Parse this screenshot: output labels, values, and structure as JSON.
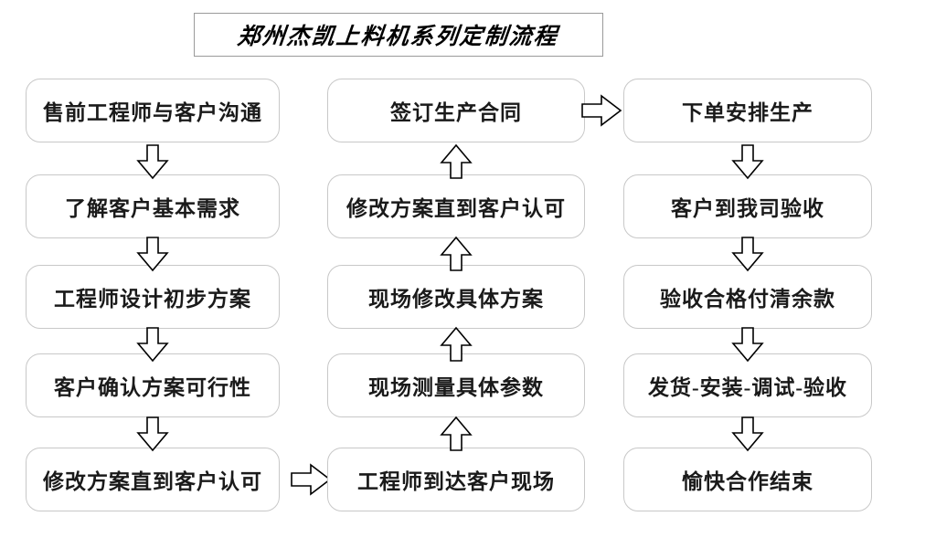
{
  "title": {
    "text": "郑州杰凯上料机系列定制流程"
  },
  "columns": {
    "left": {
      "name": "left-column",
      "nodes": [
        {
          "id": "l1",
          "label": "售前工程师与客户沟通"
        },
        {
          "id": "l2",
          "label": "了解客户基本需求"
        },
        {
          "id": "l3",
          "label": "工程师设计初步方案"
        },
        {
          "id": "l4",
          "label": "客户确认方案可行性"
        },
        {
          "id": "l5",
          "label": "修改方案直到客户认可"
        }
      ]
    },
    "middle": {
      "name": "middle-column",
      "nodes": [
        {
          "id": "m1",
          "label": "签订生产合同"
        },
        {
          "id": "m2",
          "label": "修改方案直到客户认可"
        },
        {
          "id": "m3",
          "label": "现场修改具体方案"
        },
        {
          "id": "m4",
          "label": "现场测量具体参数"
        },
        {
          "id": "m5",
          "label": "工程师到达客户现场"
        }
      ]
    },
    "right": {
      "name": "right-column",
      "nodes": [
        {
          "id": "r1",
          "label": "下单安排生产"
        },
        {
          "id": "r2",
          "label": "客户到我司验收"
        },
        {
          "id": "r3",
          "label": "验收合格付清余款"
        },
        {
          "id": "r4",
          "label": "发货-安装-调试-验收"
        },
        {
          "id": "r5",
          "label": "愉快合作结束"
        }
      ]
    }
  },
  "connectors": [
    {
      "id": "lc1",
      "direction": "down",
      "from": "l1",
      "to": "l2"
    },
    {
      "id": "lc2",
      "direction": "down",
      "from": "l2",
      "to": "l3"
    },
    {
      "id": "lc3",
      "direction": "down",
      "from": "l3",
      "to": "l4"
    },
    {
      "id": "lc4",
      "direction": "down",
      "from": "l4",
      "to": "l5"
    },
    {
      "id": "bridge-left-mid",
      "direction": "right",
      "from": "l5",
      "to": "m5"
    },
    {
      "id": "mc1",
      "direction": "up",
      "from": "m5",
      "to": "m4"
    },
    {
      "id": "mc2",
      "direction": "up",
      "from": "m4",
      "to": "m3"
    },
    {
      "id": "mc3",
      "direction": "up",
      "from": "m3",
      "to": "m2"
    },
    {
      "id": "mc4",
      "direction": "up",
      "from": "m2",
      "to": "m1"
    },
    {
      "id": "bridge-mid-right",
      "direction": "right",
      "from": "m1",
      "to": "r1"
    },
    {
      "id": "rc1",
      "direction": "down",
      "from": "r1",
      "to": "r2"
    },
    {
      "id": "rc2",
      "direction": "down",
      "from": "r2",
      "to": "r3"
    },
    {
      "id": "rc3",
      "direction": "down",
      "from": "r3",
      "to": "r4"
    },
    {
      "id": "rc4",
      "direction": "down",
      "from": "r4",
      "to": "r5"
    }
  ],
  "colors": {
    "background": "#ffffff",
    "node_border": "#c8c8c8",
    "title_border": "#9a9a9a",
    "text": "#1a1a1a",
    "arrow_stroke": "#000000",
    "arrow_fill": "#ffffff"
  }
}
